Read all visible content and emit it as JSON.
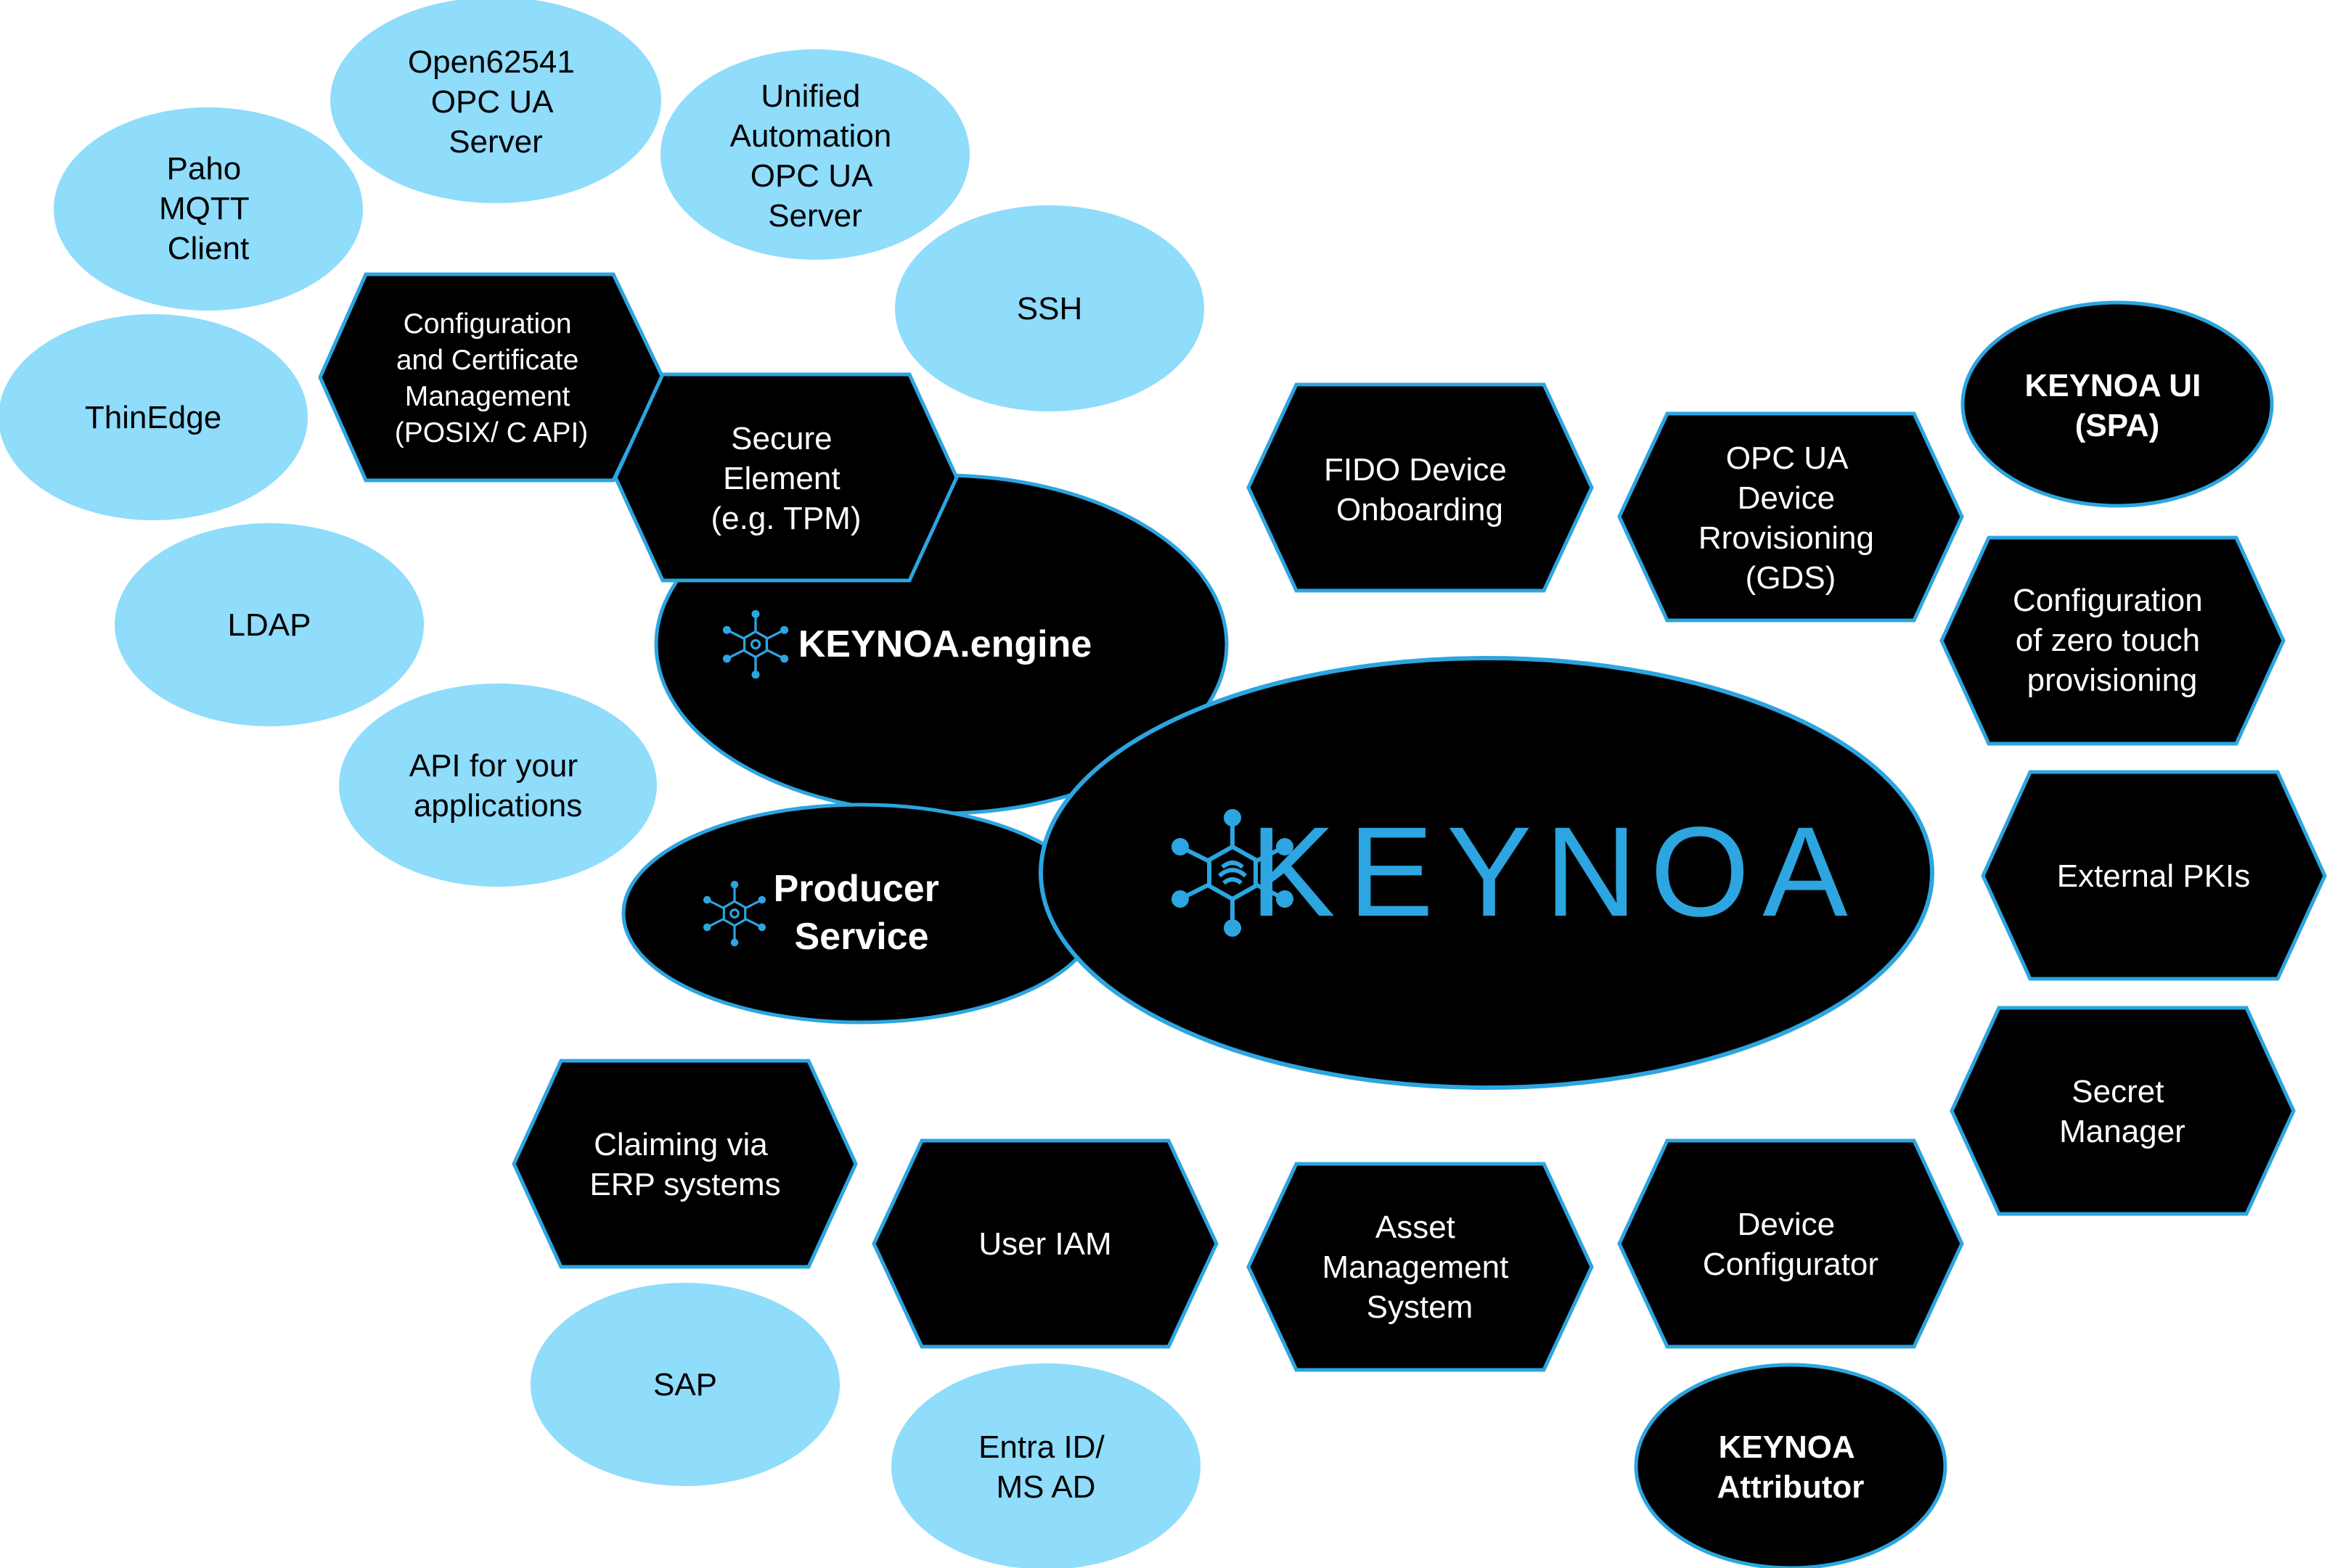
{
  "colors": {
    "light_bubble": "#8fdcfb",
    "dark_fill": "#000000",
    "accent": "#2ca5e0",
    "light_text": "#000000",
    "dark_text": "#ffffff"
  },
  "light_nodes": {
    "open62541": [
      "Open62541",
      "OPC UA",
      "Server"
    ],
    "unified": [
      "Unified",
      "Automation",
      "OPC UA",
      "Server"
    ],
    "paho": [
      "Paho",
      "MQTT",
      "Client"
    ],
    "ssh": [
      "SSH"
    ],
    "thinedge": [
      "ThinEdge"
    ],
    "ldap": [
      "LDAP"
    ],
    "api": [
      "API for your",
      "applications"
    ],
    "sap": [
      "SAP"
    ],
    "entra": [
      "Entra ID/",
      "MS AD"
    ]
  },
  "dark_nodes": {
    "config_cert": [
      "Configuration",
      "and Certificate",
      "Management",
      "(POSIX/ C API)"
    ],
    "secure_element": [
      "Secure",
      "Element",
      "(e.g. TPM)"
    ],
    "fido": [
      "FIDO Device",
      "Onboarding"
    ],
    "opcua_gds": [
      "OPC UA",
      "Device",
      "Rrovisioning",
      "(GDS)"
    ],
    "keynoa_ui": [
      "KEYNOA UI",
      "(SPA)"
    ],
    "zero_touch": [
      "Configuration",
      "of zero touch",
      "provisioning"
    ],
    "external_pki": [
      "External PKIs"
    ],
    "secret_manager": [
      "Secret",
      "Manager"
    ],
    "device_configurator": [
      "Device",
      "Configurator"
    ],
    "keynoa_attributor": [
      "KEYNOA",
      "Attributor"
    ],
    "asset_mgmt": [
      "Asset",
      "Management",
      "System"
    ],
    "user_iam": [
      "User IAM"
    ],
    "claiming": [
      "Claiming via",
      "ERP systems"
    ]
  },
  "core": {
    "engine_label": "KEYNOA.engine",
    "producer_label": [
      "Producer",
      "Service"
    ],
    "logo_text": "KEYNOA",
    "engine_icon": "hub-fingerprint-icon",
    "producer_icon": "hub-fingerprint-icon",
    "logo_icon": "hub-fingerprint-icon"
  }
}
